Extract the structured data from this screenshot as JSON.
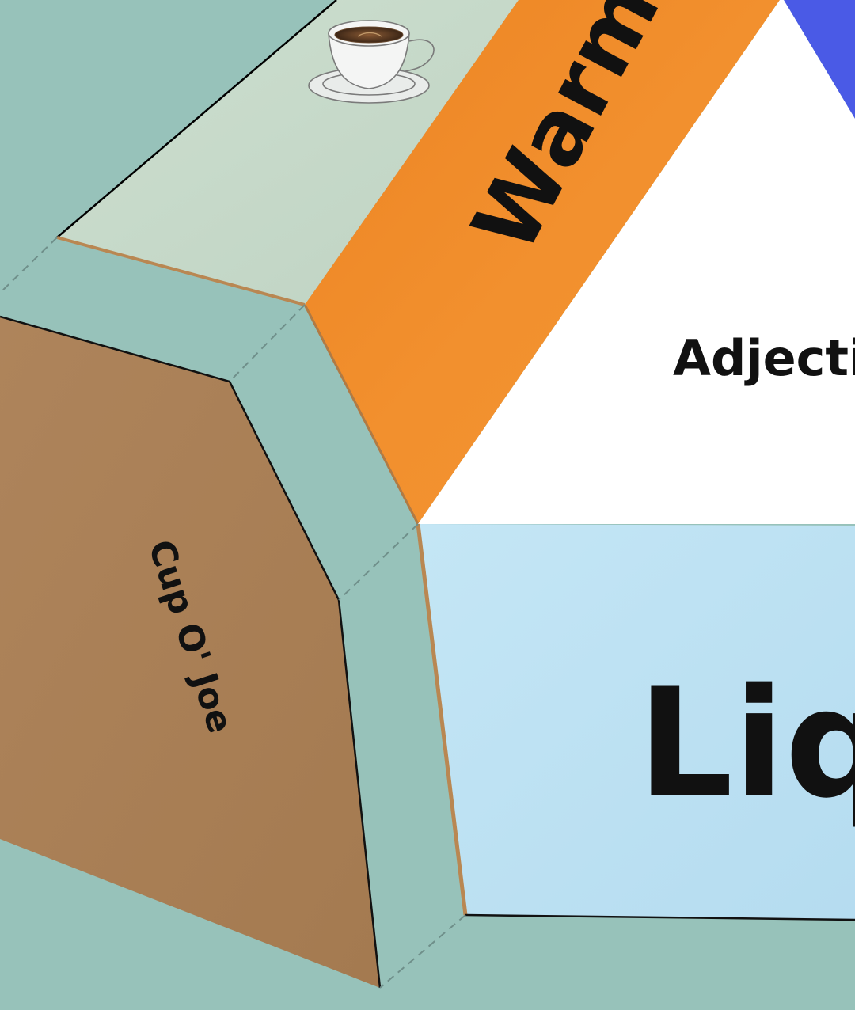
{
  "colors": {
    "background": "#97c2ba",
    "panel_coffee": "#a97f56",
    "panel_warm": "#f08a28",
    "panel_image": "#c6d8c8",
    "panel_liquid": "#bde2f3",
    "panel_adjective": "#ffffff",
    "panel_blue": "#4a5ae6",
    "edge_accent": "#b98752"
  },
  "labels": {
    "warm": "Warm",
    "cup_of_joe": "Cup O' Joe",
    "adjective": "Adjective",
    "liquid": "Liqu"
  },
  "icons": {
    "coffee": "coffee-cup-icon"
  }
}
